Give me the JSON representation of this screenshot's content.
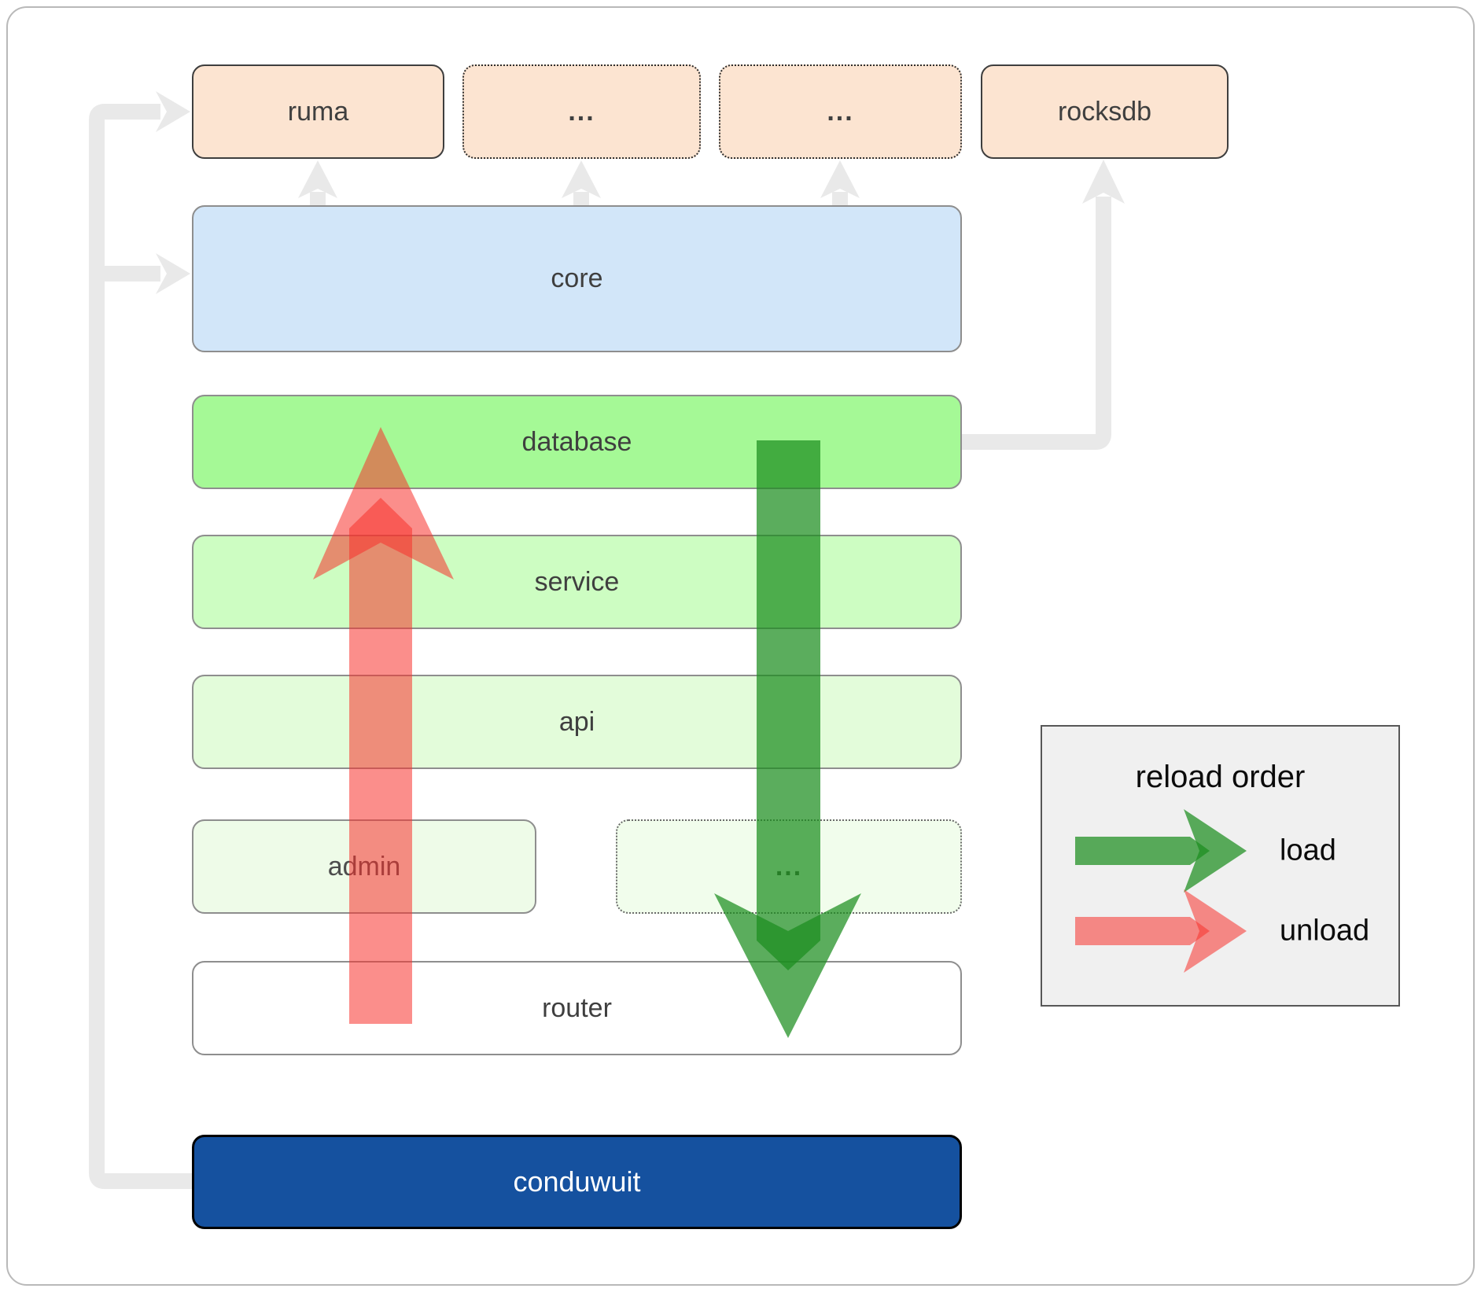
{
  "nodes": {
    "ruma": "ruma",
    "ext1": "...",
    "ext2": "...",
    "rocksdb": "rocksdb",
    "core": "core",
    "database": "database",
    "service": "service",
    "api": "api",
    "admin": "admin",
    "ext3": "...",
    "router": "router",
    "conduwuit": "conduwuit"
  },
  "legend": {
    "title": "reload order",
    "load_label": "load",
    "unload_label": "unload"
  },
  "colors": {
    "peach": "#fce4d1",
    "core-blue": "#d2e6f9",
    "database-green": "#a5f996",
    "service-green": "#cdfdc2",
    "api-green": "#e3fcda",
    "admin-green": "#eefbe8",
    "ext3-green": "#f1fdec",
    "conduwuit-blue": "#15519f",
    "connector-gray": "#e9e9e9",
    "legend-gray": "#f0f0f0",
    "load-green": "#1c8e1f",
    "unload-red": "#f8312c"
  }
}
